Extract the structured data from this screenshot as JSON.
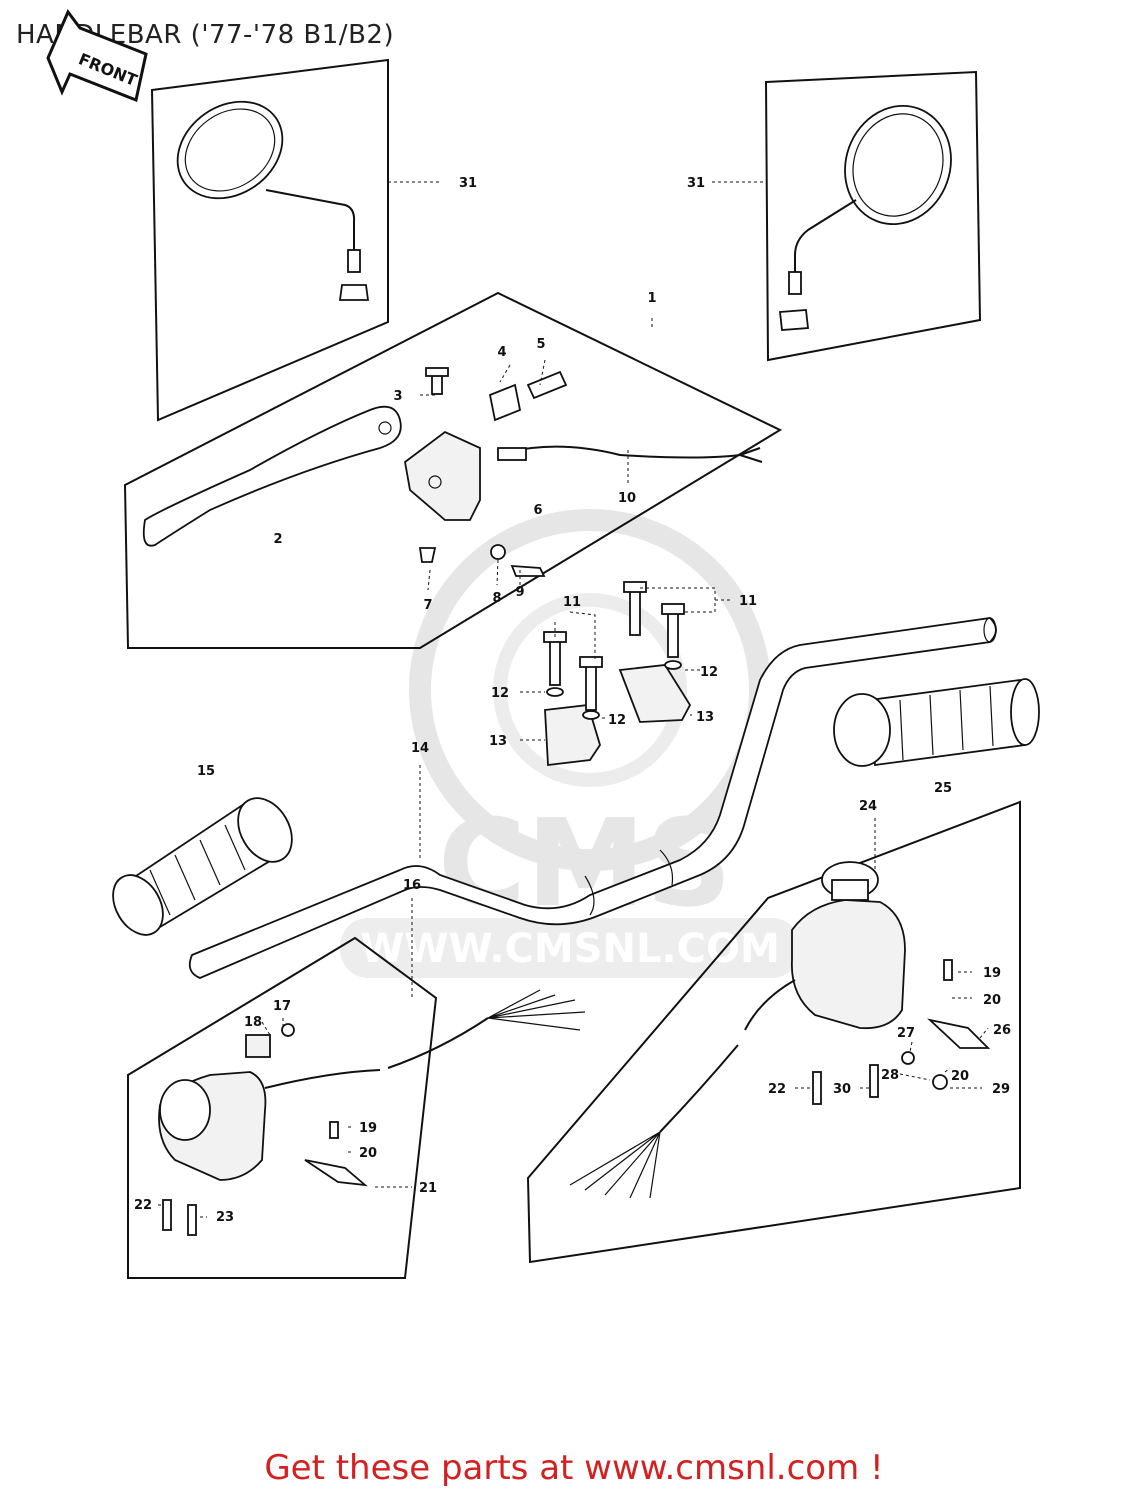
{
  "title": "HANDLEBAR ('77-'78 B1/B2)",
  "front_arrow": "FRONT",
  "watermark": {
    "brand": "CMS",
    "site": "WWW.CMSNL.COM"
  },
  "footer": "Get these parts at www.cmsnl.com !",
  "callouts": {
    "c1": "1",
    "c2": "2",
    "c3": "3",
    "c4": "4",
    "c5": "5",
    "c6": "6",
    "c7": "7",
    "c8": "8",
    "c9": "9",
    "c10": "10",
    "c11a": "11",
    "c11b": "11",
    "c12a": "12",
    "c12b": "12",
    "c12c": "12",
    "c13a": "13",
    "c13b": "13",
    "c14": "14",
    "c15": "15",
    "c16": "16",
    "c17": "17",
    "c18": "18",
    "c19a": "19",
    "c19b": "19",
    "c20a": "20",
    "c20b": "20",
    "c20c": "20",
    "c21": "21",
    "c22a": "22",
    "c22b": "22",
    "c23": "23",
    "c24": "24",
    "c25": "25",
    "c26": "26",
    "c27": "27",
    "c28": "28",
    "c29": "29",
    "c30": "30",
    "c31a": "31",
    "c31b": "31"
  },
  "colors": {
    "line": "#111111",
    "watermark": "#e6e6e6",
    "footer": "#d42020"
  }
}
